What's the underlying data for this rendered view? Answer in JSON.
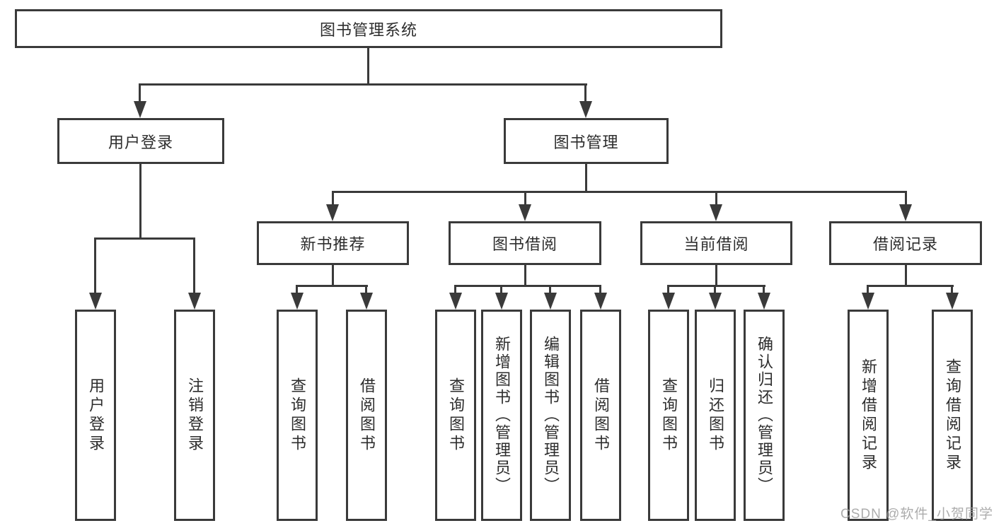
{
  "diagram": {
    "type": "hierarchy-tree",
    "title": "图书管理系统",
    "watermark": "CSDN @软件_小贺同学",
    "colors": {
      "line": "#3a3a3a",
      "border": "#3a3a3a",
      "text": "#2d2d2d",
      "background": "#ffffff",
      "watermark": "#9e9e9e"
    },
    "nodes": {
      "root": {
        "label": "图书管理系统"
      },
      "userLogin": {
        "label": "用户登录"
      },
      "bookMgmt": {
        "label": "图书管理"
      },
      "newBookRec": {
        "label": "新书推荐"
      },
      "bookBorrow": {
        "label": "图书借阅"
      },
      "currentBorrow": {
        "label": "当前借阅"
      },
      "borrowRecord": {
        "label": "借阅记录"
      },
      "login": {
        "label": "用户登录"
      },
      "logout": {
        "label": "注销登录"
      },
      "query1": {
        "label": "查询图书"
      },
      "borrow1": {
        "label": "借阅图书"
      },
      "query2": {
        "label": "查询图书"
      },
      "add": {
        "label": "新增图书（管理员）"
      },
      "edit": {
        "label": "编辑图书（管理员）"
      },
      "borrow2": {
        "label": "借阅图书"
      },
      "query3": {
        "label": "查询图书"
      },
      "return": {
        "label": "归还图书"
      },
      "confirm": {
        "label": "确认归还（管理员）"
      },
      "addRecord": {
        "label": "新增借阅记录"
      },
      "queryRecord": {
        "label": "查询借阅记录"
      }
    },
    "hierarchy": {
      "root": [
        "userLogin",
        "bookMgmt"
      ],
      "userLogin": [
        "login",
        "logout"
      ],
      "bookMgmt": [
        "newBookRec",
        "bookBorrow",
        "currentBorrow",
        "borrowRecord"
      ],
      "newBookRec": [
        "query1",
        "borrow1"
      ],
      "bookBorrow": [
        "query2",
        "add",
        "edit",
        "borrow2"
      ],
      "currentBorrow": [
        "query3",
        "return",
        "confirm"
      ],
      "borrowRecord": [
        "addRecord",
        "queryRecord"
      ]
    }
  }
}
